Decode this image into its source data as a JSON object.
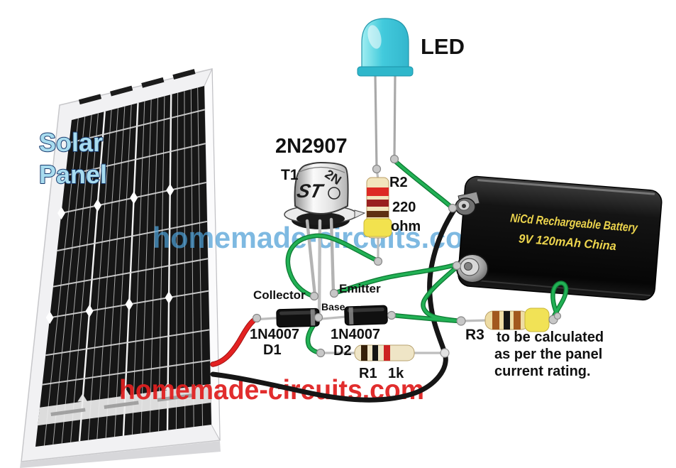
{
  "labels": {
    "solar_line1": "Solar",
    "solar_line2": "Panel",
    "led": "LED",
    "transistor_part": "2N2907",
    "transistor_ref": "T1",
    "transistor_can_logo": "ST",
    "transistor_can_marking": "2N",
    "collector": "Collector",
    "emitter": "Emitter",
    "base": "Base",
    "r2_ref": "R2",
    "r2_value_line1": "220",
    "r2_value_line2": "ohm",
    "d1_part": "1N4007",
    "d1_ref": "D1",
    "d2_part": "1N4007",
    "d2_ref": "D2",
    "r1_ref": "R1",
    "r1_value": "1k",
    "r3_ref": "R3",
    "r3_note_line1": "to be calculated",
    "r3_note_line2": "as per the panel",
    "r3_note_line3": "current rating.",
    "battery_line1": "NiCd Rechargeable Battery",
    "battery_line2": "9V 120mAh China",
    "watermark_top": "homemade-circuits.com",
    "watermark_bottom": "homemade-circuits.com"
  },
  "colors": {
    "wire_green": "#1FA94F",
    "wire_green_dark": "#0E7C34",
    "wire_red": "#E32222",
    "wire_red_dark": "#A31212",
    "wire_black": "#161616",
    "lead_gray": "#BDBDBD",
    "solder_gray": "#C7C7C7",
    "led_body": "#3CC9DB",
    "battery_body": "#0D0D0D",
    "battery_text": "#EDD54D",
    "watermark_top_color": "#4D9FD6",
    "watermark_bottom_color": "#E02020",
    "solar_text_fill": "#A8DCEF",
    "solar_text_outline": "#173A6E",
    "panel_cell": "#161616",
    "panel_frame": "#F1F1F3"
  }
}
